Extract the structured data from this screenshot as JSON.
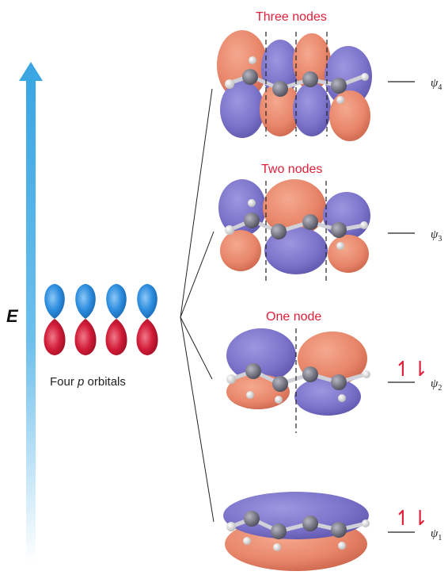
{
  "energy_axis": {
    "label": "E",
    "gradient_top": "#3aa7e3",
    "gradient_bottom": "#ffffff"
  },
  "p_orbitals": {
    "label_prefix": "Four ",
    "label_italic": "p",
    "label_suffix": " orbitals",
    "count": 4,
    "top_lobe_color": "#1f78c8",
    "bottom_lobe_color": "#c8102e"
  },
  "levels": [
    {
      "psi": "ψ",
      "sub": "4",
      "node_label": "Three nodes",
      "electrons": ""
    },
    {
      "psi": "ψ",
      "sub": "3",
      "node_label": "Two nodes",
      "electrons": ""
    },
    {
      "psi": "ψ",
      "sub": "2",
      "node_label": "One node",
      "electrons": "↿⇂"
    },
    {
      "psi": "ψ",
      "sub": "1",
      "node_label": "",
      "electrons": "↿⇂"
    }
  ],
  "colors": {
    "node_label": "#e0203a",
    "orange_lobe": "#e8866a",
    "purple_lobe": "#7b73c9",
    "carbon": "#6d6d7c",
    "hydrogen": "#f2f2f2",
    "electron": "#e0203a"
  }
}
